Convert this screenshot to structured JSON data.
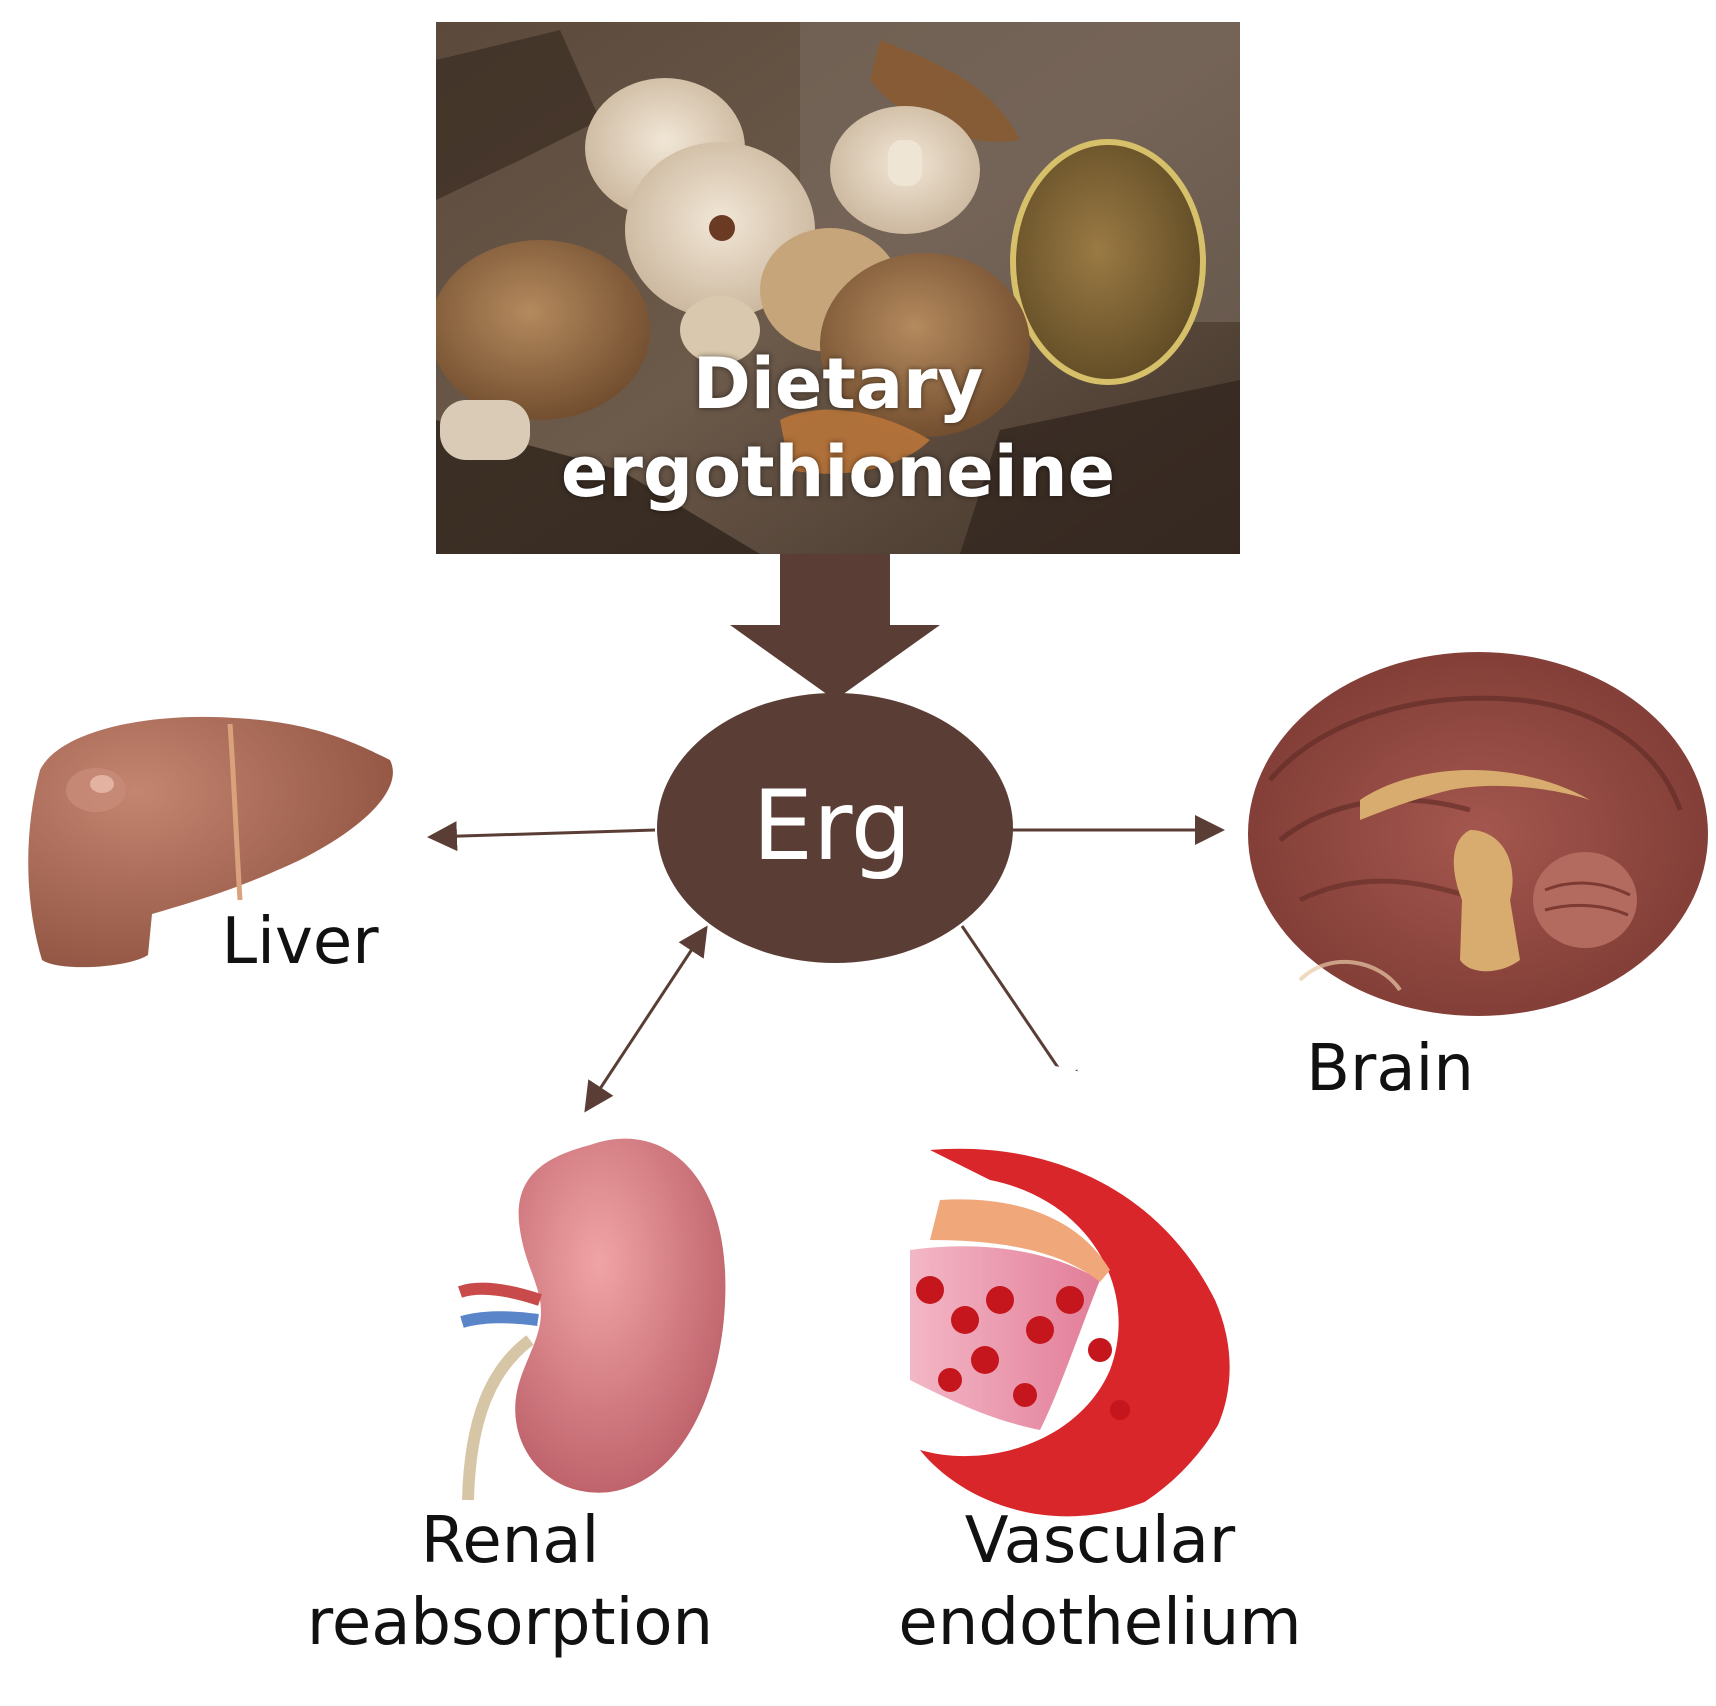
{
  "source": {
    "title_line1": "Dietary",
    "title_line2": "ergothioneine",
    "image_icon": "mushrooms-photo-icon"
  },
  "center": {
    "label": "Erg"
  },
  "targets": {
    "liver": {
      "label": "Liver",
      "icon": "liver-icon"
    },
    "brain": {
      "label": "Brain",
      "icon": "brain-icon"
    },
    "renal": {
      "label_line1": "Renal",
      "label_line2": "reabsorption",
      "icon": "kidney-icon"
    },
    "vascular": {
      "label_line1": "Vascular",
      "label_line2": "endothelium",
      "icon": "blood-vessel-icon"
    }
  },
  "colors": {
    "node_brown": "#5a3e36",
    "arrow_brown": "#5a3e36",
    "liver": "#a5644f",
    "kidney": "#c96a72",
    "vessel": "#d8262b",
    "brain": "#9b4f47",
    "brain_inner": "#d7ac6e"
  }
}
